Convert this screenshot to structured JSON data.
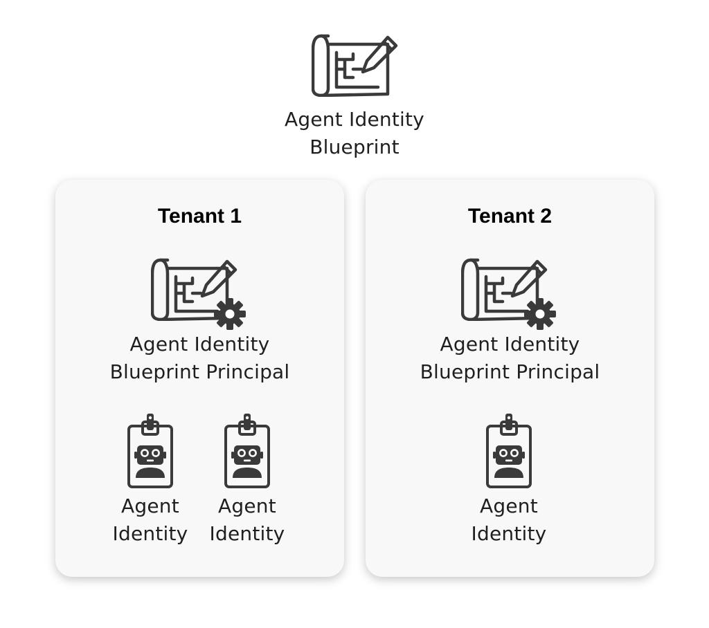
{
  "root": {
    "icon": "blueprint-icon",
    "label_line1": "Agent Identity",
    "label_line2": "Blueprint"
  },
  "tenants": [
    {
      "title": "Tenant 1",
      "principal": {
        "icon": "blueprint-gear-icon",
        "label_line1": "Agent Identity",
        "label_line2": "Blueprint Principal"
      },
      "agents": [
        {
          "icon": "robot-badge-icon",
          "label_line1": "Agent",
          "label_line2": "Identity"
        },
        {
          "icon": "robot-badge-icon",
          "label_line1": "Agent",
          "label_line2": "Identity"
        }
      ]
    },
    {
      "title": "Tenant 2",
      "principal": {
        "icon": "blueprint-gear-icon",
        "label_line1": "Agent Identity",
        "label_line2": "Blueprint Principal"
      },
      "agents": [
        {
          "icon": "robot-badge-icon",
          "label_line1": "Agent",
          "label_line2": "Identity"
        }
      ]
    }
  ],
  "colors": {
    "icon": "#3a3a3a",
    "card_background": "#f8f8f8",
    "text": "#1f1f1f"
  }
}
